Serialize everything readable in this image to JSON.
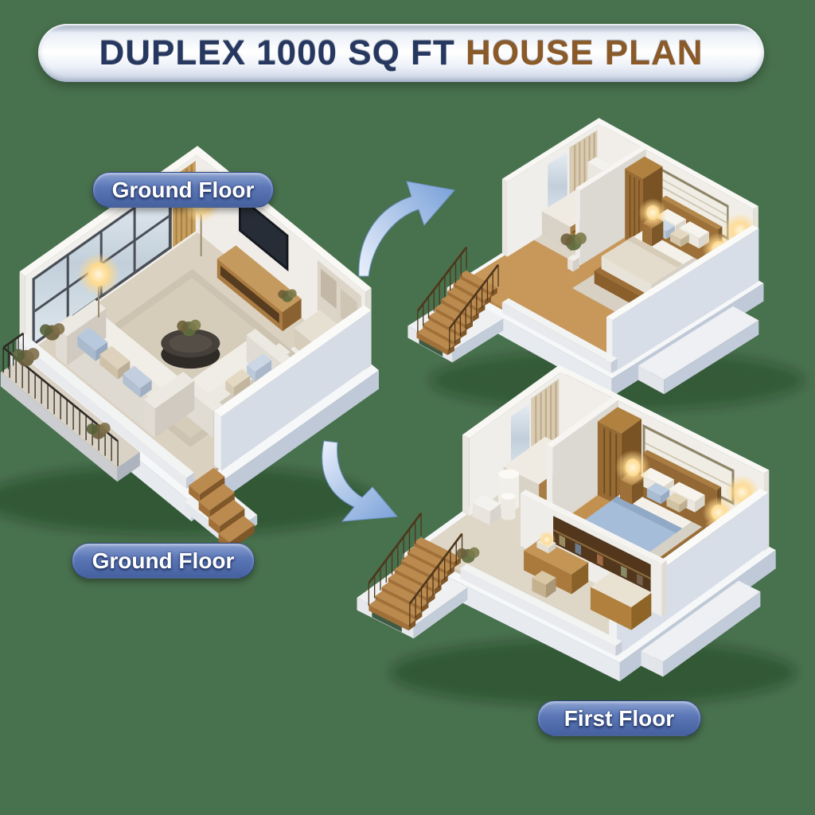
{
  "title": {
    "part1": "DUPLEX 1000 SQ FT",
    "separator": " ",
    "part2": "HOUSE PLAN"
  },
  "floor_labels": {
    "ground_top": "Ground Floor",
    "ground_bottom": "Ground Floor",
    "first": "First Floor"
  },
  "colors": {
    "background": "#48714d",
    "badge_blue": "#5b77b7",
    "badge_dark": "#44609e",
    "title_navy": "#26385f",
    "title_brown": "#8a5a28",
    "banner_top": "#97a3b8",
    "banner_mid": "#eef2f9",
    "banner_bottom": "#c7d1e2",
    "arrow_light": "#e7eefb",
    "arrow_deep": "#7fa5da"
  }
}
